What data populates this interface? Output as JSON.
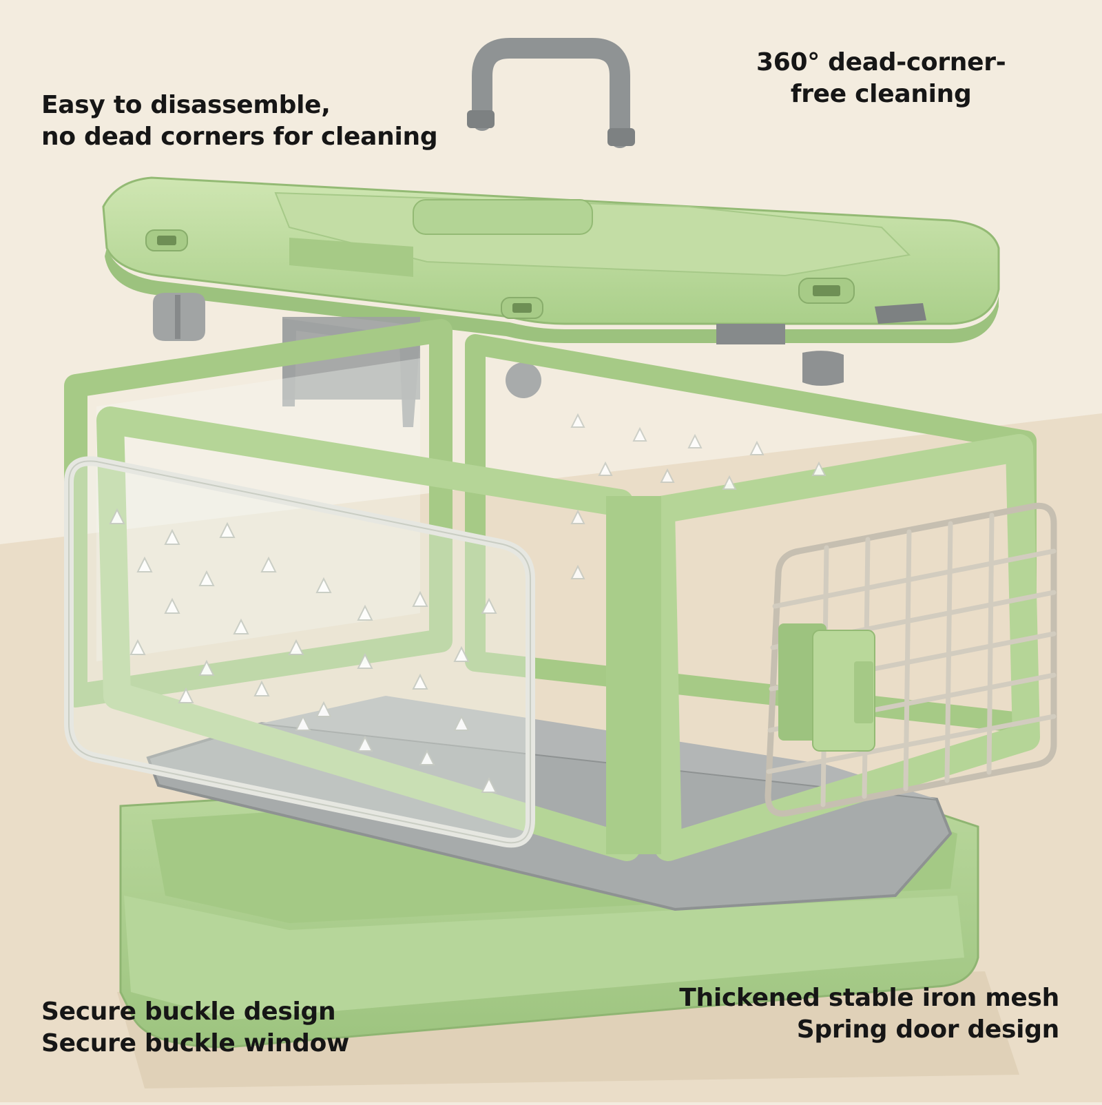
{
  "captions": {
    "top_left": [
      "Easy to disassemble,",
      "no dead corners for cleaning"
    ],
    "top_right": [
      "360° dead-corner-",
      "free cleaning"
    ],
    "bottom_left": [
      "Secure buckle design",
      "Secure buckle window"
    ],
    "bottom_right": [
      "Thickened stable iron mesh",
      "Spring door design"
    ]
  },
  "colors": {
    "background": "#f3ecdf",
    "floor": "#eaddc8",
    "green": "#b9d89a",
    "green_dark": "#97bd78",
    "gray": "#9a9d9d",
    "wire": "#d2ccbf"
  }
}
